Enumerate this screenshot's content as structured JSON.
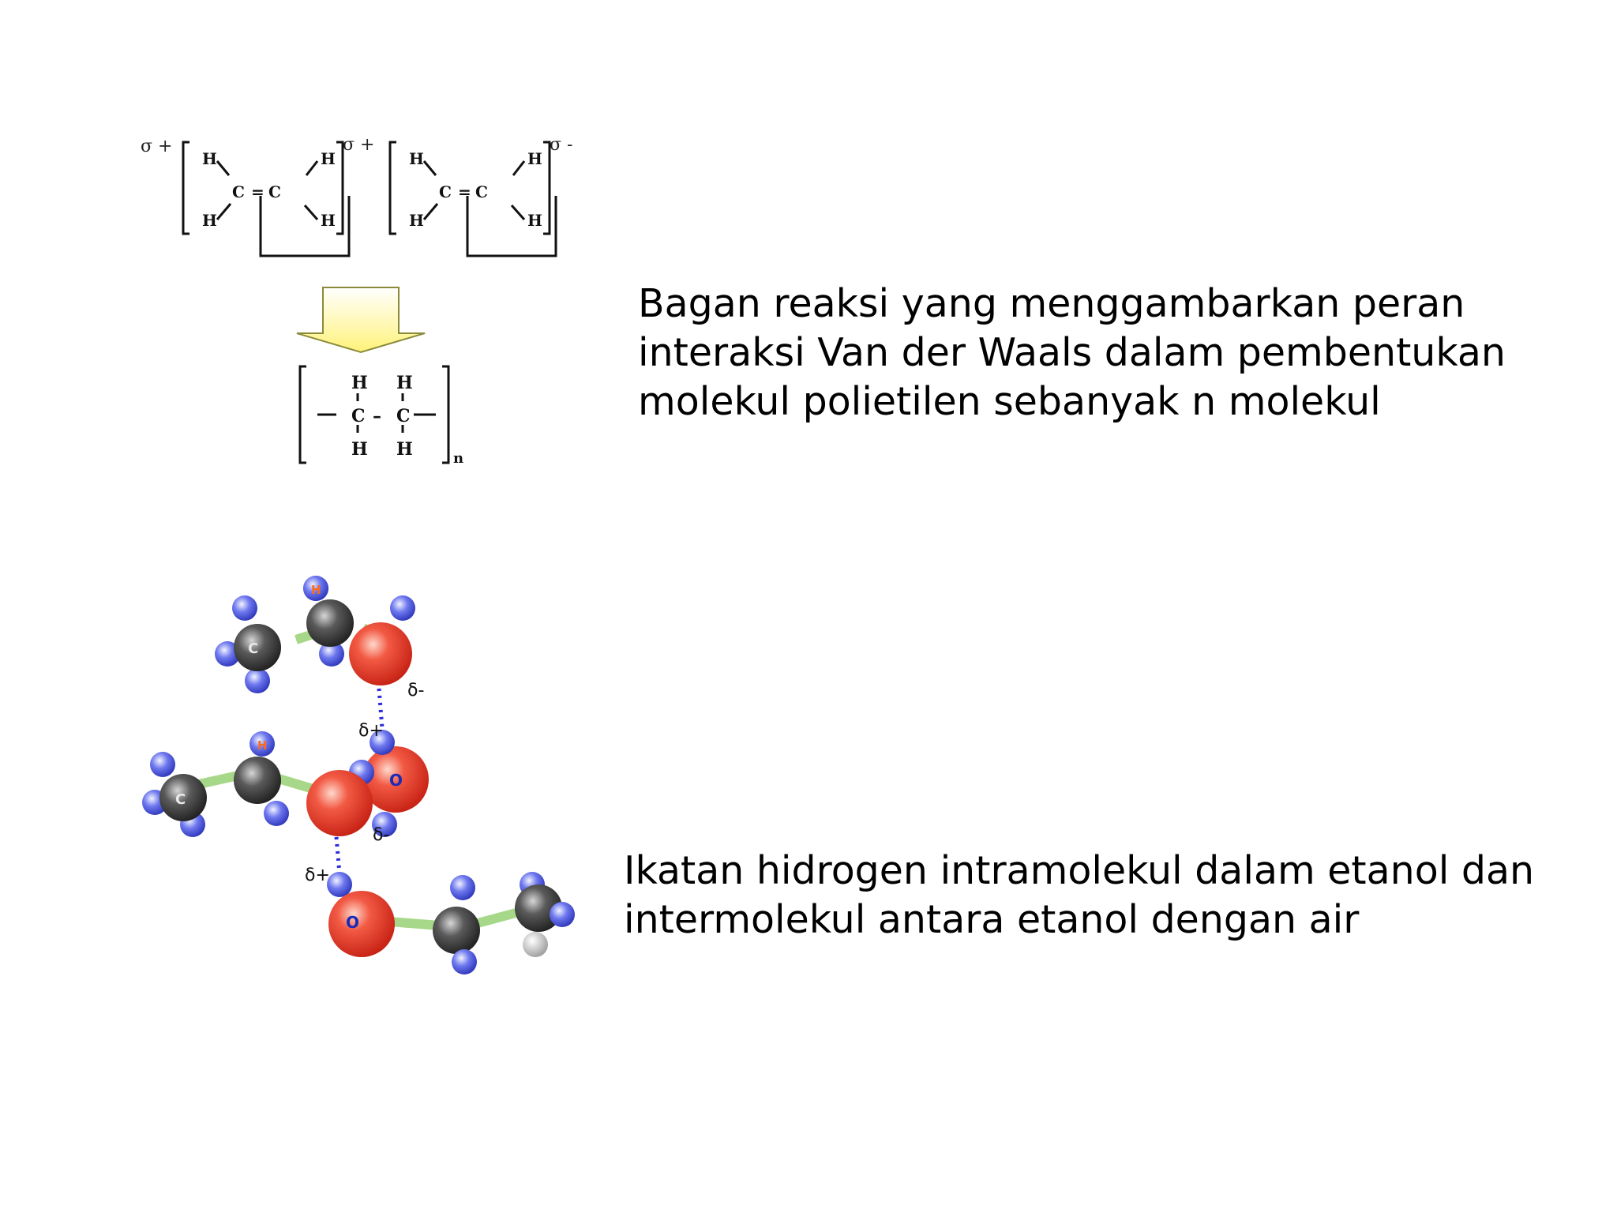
{
  "ethylene_scheme": {
    "charges": [
      "σ +",
      "σ +",
      "σ -"
    ],
    "atom_h": "H",
    "atom_c": "C",
    "double_bond": "=",
    "single_bond": "–",
    "repeat_subscript": "n"
  },
  "ethanol_water_scheme": {
    "atom_c": "C",
    "atom_h": "H",
    "atom_o": "O",
    "delta_minus": "δ-",
    "delta_plus": "δ+"
  },
  "captions": {
    "top": {
      "lines": [
        "Bagan reaksi yang menggambarkan peran",
        "interaksi Van der Waals dalam pembentukan",
        "molekul polietilen sebanyak n molekul"
      ]
    },
    "bottom": {
      "lines": [
        "Ikatan hidrogen intramolekul dalam etanol dan",
        "intermolekul antara etanol dengan air"
      ]
    }
  },
  "colors": {
    "arrow_fill": "#fff27a",
    "arrow_stroke": "#8a8a3a",
    "oxygen": "#ea3a2a",
    "carbon": "#4a4a4a",
    "hydrogen": "#5a66e6",
    "bond": "#a7d88a",
    "hbond_dots": "#2a2ae0"
  }
}
